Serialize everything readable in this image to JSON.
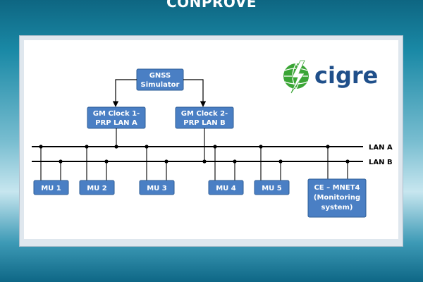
{
  "header": {
    "title": "CONPROVE"
  },
  "logo": {
    "text": "cigre",
    "colors": {
      "globe": "#3aa535",
      "text": "#1f4f8a",
      "bolt": "#ffffff"
    }
  },
  "colors": {
    "node_fill": "#4a7fc4",
    "node_border": "#2e5d96",
    "line": "#000000"
  },
  "diagram": {
    "gnss": [
      "GNSS",
      "Simulator"
    ],
    "gm_clock_1": [
      "GM Clock 1-",
      "PRP LAN A"
    ],
    "gm_clock_2": [
      "GM Clock 2-",
      "PRP LAN B"
    ],
    "lan_a_label": "LAN A",
    "lan_b_label": "LAN B",
    "merging_units": [
      "MU 1",
      "MU 2",
      "MU 3",
      "MU 4",
      "MU 5"
    ],
    "monitoring": [
      "CE – MNET4",
      "(Monitoring",
      "system)"
    ]
  }
}
